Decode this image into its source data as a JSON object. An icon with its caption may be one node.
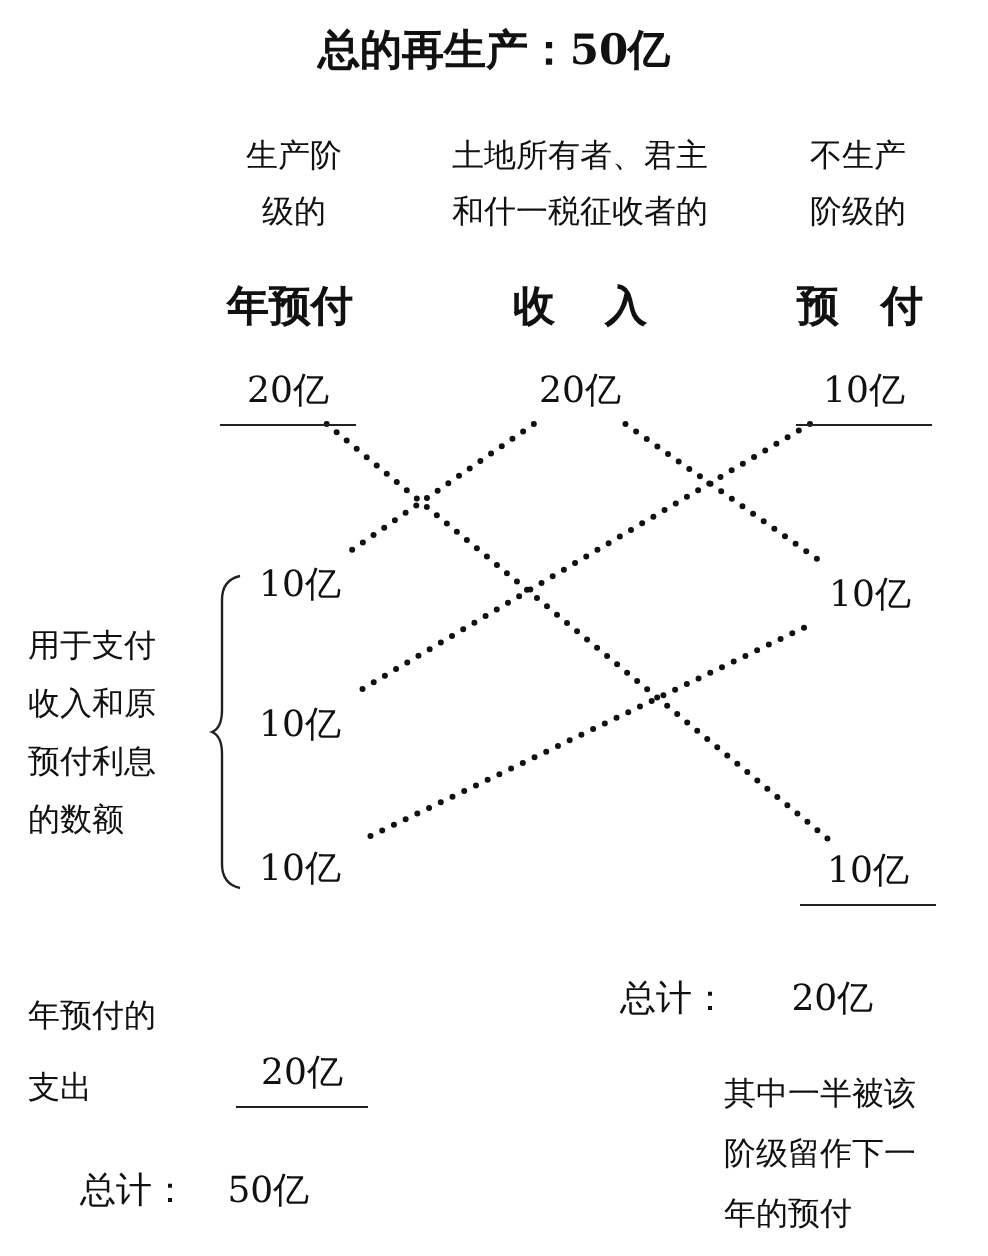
{
  "diagram": {
    "title": "总的再生产：50亿",
    "nodes": [
      {
        "text": [
          "20亿"
        ]
      },
      {
        "text": [
          "20亿"
        ]
      },
      {
        "text": [
          "10亿"
        ]
      },
      {
        "text": [
          "10亿"
        ]
      },
      {
        "text": [
          "10亿"
        ]
      },
      {
        "text": [
          "10亿"
        ]
      },
      {
        "text": [
          "10亿"
        ]
      },
      {
        "text": [
          "10亿"
        ]
      }
    ],
    "edges": [
      {
        "from": 1,
        "to": 3,
        "arrow": "none"
      },
      {
        "from": 1,
        "to": 6,
        "arrow": "none"
      },
      {
        "from": 2,
        "to": 4,
        "arrow": "none"
      },
      {
        "from": 6,
        "to": 5,
        "arrow": "none"
      },
      {
        "from": 0,
        "to": 7,
        "arrow": "none"
      }
    ],
    "labels": [
      "生产阶级的",
      "土地所有者、君主和什一税征收者的",
      "不生产阶级的",
      "年预付",
      "收 入",
      "预 付",
      "用于支付收入和原预付利息的数额",
      "年预付的支出",
      "总计： 20亿",
      "20亿",
      "其中一半被该阶级留作下一年的预付",
      "总计： 50亿"
    ]
  }
}
